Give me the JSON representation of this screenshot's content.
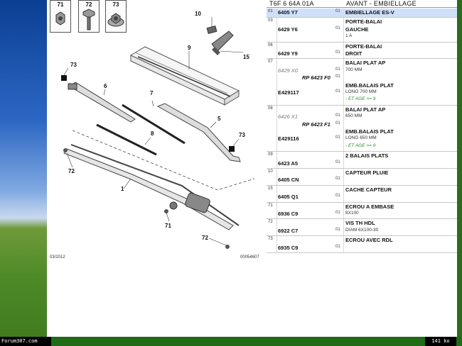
{
  "header": {
    "code": "T6F 6 64A 01A",
    "title": "AVANT - EMBIELLAGE"
  },
  "diagram": {
    "ref_boxes": [
      {
        "num": "71"
      },
      {
        "num": "72"
      },
      {
        "num": "73"
      }
    ],
    "labels": {
      "l10": "10",
      "l15": "15",
      "l9": "9",
      "l73a": "73",
      "l6": "6",
      "l7": "7",
      "l5": "5",
      "l8": "8",
      "l73b": "73",
      "l72a": "72",
      "l1": "1",
      "l71": "71",
      "l72b": "72"
    },
    "footer_left": "03/2012",
    "footer_right": "00054607"
  },
  "rows": [
    {
      "pos": "01",
      "lines": [
        {
          "ref": "6405 Y7",
          "qty": "01",
          "desc": "EMBIELLAGE ES-V"
        }
      ]
    },
    {
      "pos": "03",
      "lines": [
        {
          "ref": "",
          "qty": "",
          "desc": "PORTE-BALAI"
        },
        {
          "ref": "6429 Y6",
          "qty": "01",
          "desc": "GAUCHE"
        },
        {
          "ref": "",
          "qty": "",
          "desc": "1 A",
          "sub": true
        }
      ]
    },
    {
      "pos": "06",
      "lines": [
        {
          "ref": "",
          "qty": "",
          "desc": "PORTE-BALAI"
        },
        {
          "ref": "6429 Y9",
          "qty": "01",
          "desc": "DROIT"
        }
      ]
    },
    {
      "pos": "07",
      "lines": [
        {
          "ref": "",
          "qty": "",
          "desc": "BALAI PLAT AP"
        },
        {
          "ref": "6429 X0",
          "qty": "01",
          "desc": "700 MM",
          "faint": true,
          "sub": true
        },
        {
          "ref": "RP 6423 F0",
          "qty": "01",
          "desc": "",
          "rp": true
        },
        {
          "ref": "",
          "qty": "",
          "desc": "EMB.BALAIS PLAT"
        },
        {
          "ref": "E429117",
          "qty": "01",
          "desc": "LONG 700 MM",
          "sub": true
        },
        {
          "ref": "",
          "qty": "",
          "desc": "- ET AGE >= 9",
          "green": true
        }
      ]
    },
    {
      "pos": "08",
      "lines": [
        {
          "ref": "",
          "qty": "",
          "desc": "BALAI PLAT AP"
        },
        {
          "ref": "6426 X1",
          "qty": "01",
          "desc": "650 MM",
          "faint": true,
          "sub": true
        },
        {
          "ref": "RP 6423 F1",
          "qty": "01",
          "desc": "",
          "rp": true
        },
        {
          "ref": "",
          "qty": "",
          "desc": "EMB.BALAIS PLAT"
        },
        {
          "ref": "E429116",
          "qty": "01",
          "desc": "LONG 650 MM",
          "sub": true
        },
        {
          "ref": "",
          "qty": "",
          "desc": "- ET AGE >= 9",
          "green": true
        }
      ]
    },
    {
      "pos": "09",
      "lines": [
        {
          "ref": "",
          "qty": "",
          "desc": "2 BALAIS PLATS"
        },
        {
          "ref": "6423 A5",
          "qty": "01",
          "desc": ""
        }
      ]
    },
    {
      "pos": "10",
      "lines": [
        {
          "ref": "",
          "qty": "",
          "desc": "CAPTEUR PLUIE"
        },
        {
          "ref": "6405 CN",
          "qty": "01",
          "desc": ""
        }
      ]
    },
    {
      "pos": "15",
      "lines": [
        {
          "ref": "",
          "qty": "",
          "desc": "CACHE CAPTEUR"
        },
        {
          "ref": "6405 Q1",
          "qty": "01",
          "desc": ""
        }
      ]
    },
    {
      "pos": "71",
      "lines": [
        {
          "ref": "",
          "qty": "",
          "desc": "ECROU A EMBASE"
        },
        {
          "ref": "6936 C9",
          "qty": "01",
          "desc": "8X100",
          "sub": true
        }
      ]
    },
    {
      "pos": "72",
      "lines": [
        {
          "ref": "",
          "qty": "",
          "desc": "VIS TH HDL"
        },
        {
          "ref": "6922 C7",
          "qty": "01",
          "desc": "DIAM 6X100-30",
          "sub": true
        }
      ]
    },
    {
      "pos": "73",
      "lines": [
        {
          "ref": "",
          "qty": "",
          "desc": "ECROU AVEC RDL"
        },
        {
          "ref": "6935 C9",
          "qty": "01",
          "desc": ""
        }
      ]
    }
  ],
  "status": {
    "left": "Forum307.com",
    "right": "141 ko"
  }
}
